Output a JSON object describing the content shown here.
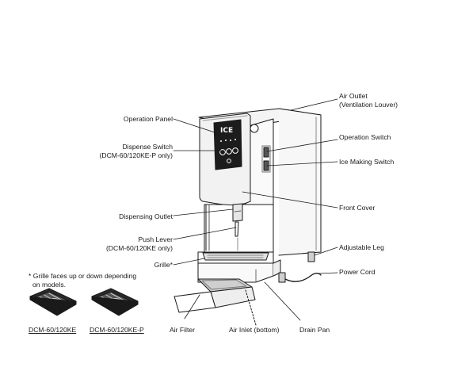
{
  "labels": {
    "air_outlet_line1": "Air Outlet",
    "air_outlet_line2": "(Ventilation Louver)",
    "operation_panel": "Operation Panel",
    "operation_switch": "Operation Switch",
    "dispense_switch_line1": "Dispense Switch",
    "dispense_switch_line2": "(DCM-60/120KE-P only)",
    "ice_making_switch": "Ice Making Switch",
    "front_cover": "Front Cover",
    "dispensing_outlet": "Dispensing Outlet",
    "push_lever_line1": "Push Lever",
    "push_lever_line2": "(DCM-60/120KE only)",
    "adjustable_leg": "Adjustable Leg",
    "grille": "Grille*",
    "power_cord": "Power Cord",
    "note_line1": "* Grille faces up or down depending",
    "note_line2": "on models.",
    "model_ke": "DCM-60/120KE",
    "model_ke_p": "DCM-60/120KE-P",
    "air_filter": "Air Filter",
    "air_inlet": "Air Inlet (bottom)",
    "drain_pan": "Drain Pan"
  },
  "panel_text": "ICE"
}
